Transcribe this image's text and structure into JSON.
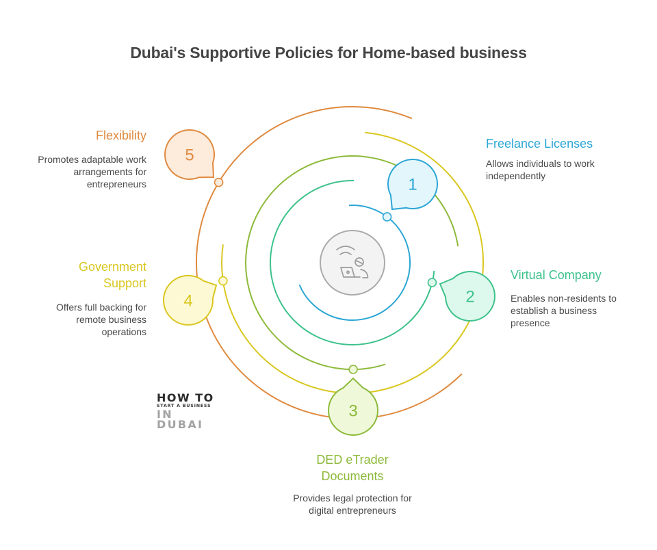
{
  "title": "Dubai's Supportive Policies for Home-based business",
  "center_icon": "remote-work-icon",
  "items": [
    {
      "number": "1",
      "title_lines": [
        "Freelance Licenses"
      ],
      "description_lines": [
        "Allows individuals to work",
        "independently"
      ],
      "color": "#2BA6D5",
      "fill": "#E3F6FC"
    },
    {
      "number": "2",
      "title_lines": [
        "Virtual Company"
      ],
      "description_lines": [
        "Enables non-residents to",
        "establish a business",
        "presence"
      ],
      "color": "#3DC28B",
      "fill": "#DDF8EC"
    },
    {
      "number": "3",
      "title_lines": [
        "DED eTrader",
        "Documents"
      ],
      "description_lines": [
        "Provides legal protection for",
        "digital entrepreneurs"
      ],
      "color": "#8DBA3A",
      "fill": "#EFF9DA"
    },
    {
      "number": "4",
      "title_lines": [
        "Government",
        "Support"
      ],
      "description_lines": [
        "Offers full backing for",
        "remote business",
        "operations"
      ],
      "color": "#D9C720",
      "fill": "#FEF9D5"
    },
    {
      "number": "5",
      "title_lines": [
        "Flexibility"
      ],
      "description_lines": [
        "Promotes adaptable work",
        "arrangements for",
        "entrepreneurs"
      ],
      "color": "#DF8A3F",
      "fill": "#FDEBDC"
    }
  ],
  "logo": {
    "line1": "HOW TO",
    "line2": "START A BUSINESS",
    "line3": "IN DUBAI"
  },
  "colors": {
    "title_text": "#454545",
    "description_text": "#4A4A4A",
    "center_fill": "#F3F3F3",
    "center_stroke": "#ABABAB"
  }
}
